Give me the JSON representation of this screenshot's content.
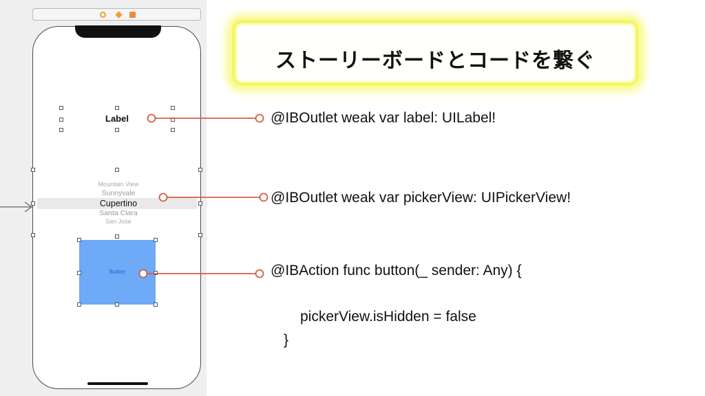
{
  "title": "ストーリーボードとコードを繋ぐ",
  "storyboard": {
    "scene_icons": [
      "view-controller-icon",
      "first-responder-icon",
      "exit-icon"
    ],
    "label_text": "Label",
    "picker_rows": [
      "Mountain View",
      "Sunnyvale",
      "Cupertino",
      "Santa Clara",
      "San Jose"
    ],
    "selected_row": "Cupertino",
    "button_text": "Button",
    "colors": {
      "button_fill": "#6eaaf7",
      "button_text": "#1f5fe0",
      "connector": "#d35d45",
      "title_glow": "#f5f56a"
    }
  },
  "code": {
    "outlet_label": "@IBOutlet weak var label: UILabel!",
    "outlet_picker": "@IBOutlet weak var pickerView: UIPickerView!",
    "action_signature": "@IBAction func button(_ sender: Any) {",
    "action_body": "pickerView.isHidden = false",
    "action_close": "}"
  }
}
